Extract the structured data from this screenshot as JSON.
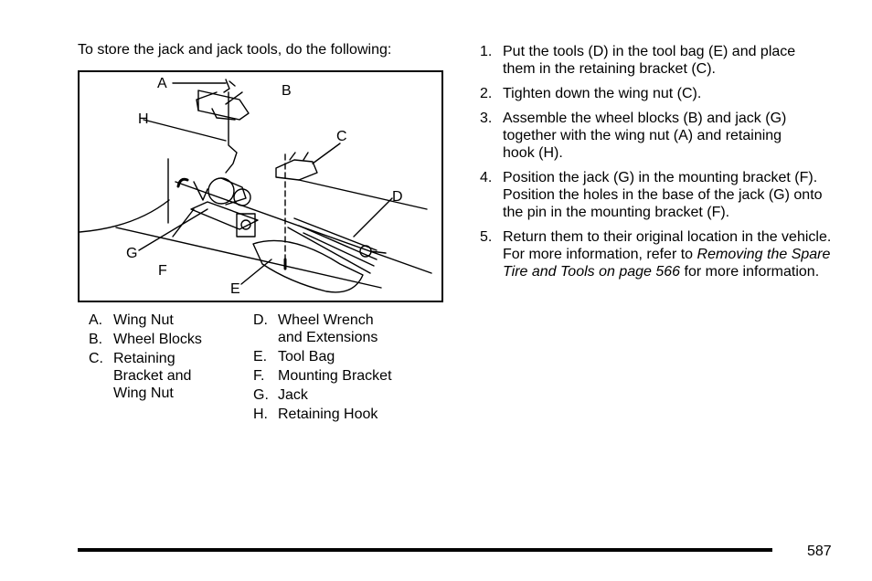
{
  "intro": "To store the jack and jack tools, do the following:",
  "figure": {
    "callouts": [
      "A",
      "B",
      "C",
      "D",
      "E",
      "F",
      "G",
      "H"
    ]
  },
  "legend": {
    "col1": [
      {
        "key": "A.",
        "text": "Wing Nut"
      },
      {
        "key": "B.",
        "text": "Wheel Blocks"
      },
      {
        "key": "C.",
        "text": "Retaining Bracket and Wing Nut"
      }
    ],
    "col2": [
      {
        "key": "D.",
        "text": "Wheel Wrench and Extensions"
      },
      {
        "key": "E.",
        "text": "Tool Bag"
      },
      {
        "key": "F.",
        "text": "Mounting Bracket"
      },
      {
        "key": "G.",
        "text": "Jack"
      },
      {
        "key": "H.",
        "text": "Retaining Hook"
      }
    ]
  },
  "steps": [
    {
      "num": "1.",
      "text": "Put the tools (D) in the tool bag (E) and place them in the retaining bracket (C)."
    },
    {
      "num": "2.",
      "text": "Tighten down the wing nut (C)."
    },
    {
      "num": "3.",
      "text": "Assemble the wheel blocks (B) and jack (G) together with the wing nut (A) and retaining hook (H)."
    },
    {
      "num": "4.",
      "text": "Position the jack (G) in the mounting bracket (F). Position the holes in the base of the jack (G) onto the pin in the mounting bracket (F)."
    },
    {
      "num": "5.",
      "text_before": "Return them to their original location in the vehicle. For more information, refer to",
      "link": "Removing the Spare Tire and Tools on page 566",
      "text_after": "for more information."
    }
  ],
  "page_number": "587"
}
